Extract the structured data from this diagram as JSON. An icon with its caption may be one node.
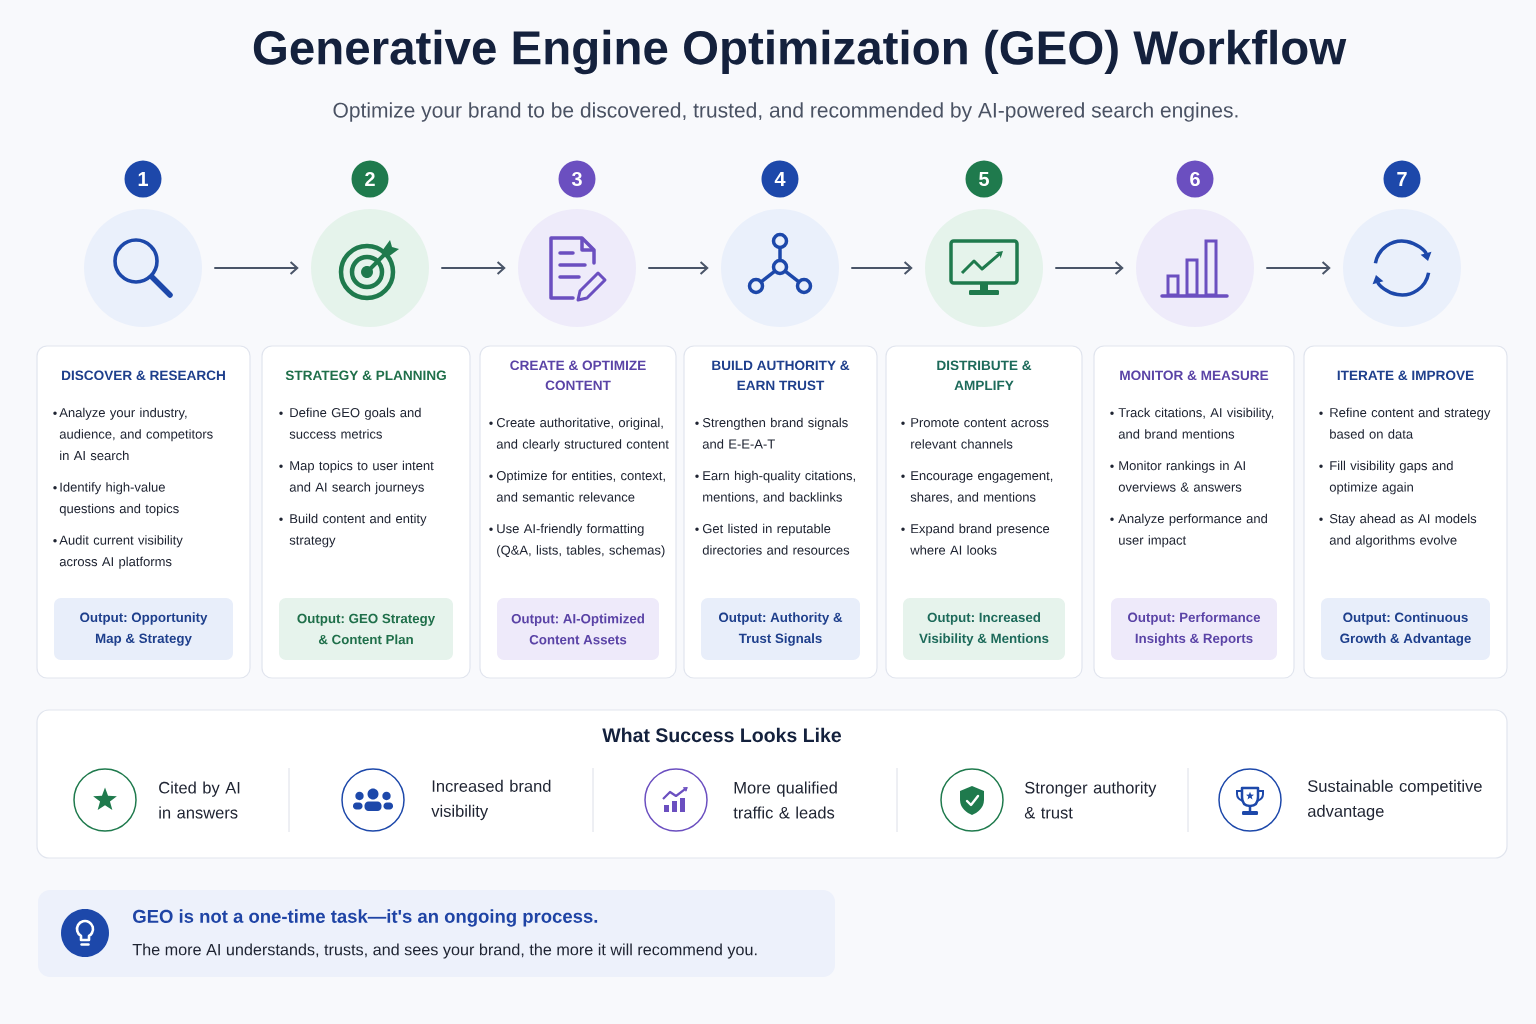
{
  "diagram": {
    "title": "Generative Engine Optimization (GEO) Workflow",
    "nodes": [
      {
        "text": [
          "1"
        ]
      },
      {
        "text": [],
        "shape": "circle"
      },
      {
        "text": [
          "DISCOVER & RESEARCH",
          "Analyze your industry, audience, and competitors in AI search",
          "Identify high-value questions and topics",
          "Audit current visibility across AI platforms"
        ]
      },
      {
        "text": [
          "Output: Opportunity Map & Strategy"
        ],
        "in": 2
      },
      {
        "text": [
          "2"
        ]
      },
      {
        "text": [],
        "shape": "circle"
      },
      {
        "text": [
          "STRATEGY & PLANNING",
          "Define GEO goals and success metrics",
          "Map topics to user intent and AI search journeys",
          "Build content and entity strategy"
        ]
      },
      {
        "text": [
          "Output: GEO Strategy & Content Plan"
        ],
        "in": 6
      },
      {
        "text": [
          "3"
        ]
      },
      {
        "text": [],
        "shape": "circle"
      },
      {
        "text": [
          "CREATE & OPTIMIZE CONTENT",
          "Create authoritative, original, and clearly structured content",
          "Optimize for entities, context, and semantic relevance",
          "Use AI-friendly formatting (Q&A, lists, tables, schemas)"
        ]
      },
      {
        "text": [
          "Output: AI-Optimized Content Assets"
        ],
        "in": 10
      },
      {
        "text": [
          "4"
        ]
      },
      {
        "text": [],
        "shape": "circle"
      },
      {
        "text": [
          "BUILD AUTHORITY & EARN TRUST",
          "Strengthen brand signals and E-E-A-T",
          "Earn high-quality citations, mentions, and backlinks",
          "Get listed in reputable directories and resources"
        ]
      },
      {
        "text": [
          "Output: Authority & Trust Signals"
        ],
        "in": 14
      },
      {
        "text": [
          "5"
        ]
      },
      {
        "text": [],
        "shape": "circle"
      },
      {
        "text": [
          "DISTRIBUTE & AMPLIFY",
          "Promote content across relevant channels",
          "Encourage engagement, shares, and mentions",
          "Expand brand presence where AI looks"
        ]
      },
      {
        "text": [
          "Output: Increased Visibility & Mentions"
        ],
        "in": 18
      },
      {
        "text": [
          "6"
        ]
      },
      {
        "text": [],
        "shape": "circle"
      },
      {
        "text": [
          "MONITOR & MEASURE",
          "Track citations, AI visibility, and brand mentions",
          "Monitor rankings in AI overviews & answers",
          "Analyze performance and user impact"
        ]
      },
      {
        "text": [
          "Output: Performance Insights & Reports"
        ],
        "in": 22
      },
      {
        "text": [
          "7"
        ]
      },
      {
        "text": [],
        "shape": "circle"
      },
      {
        "text": [
          "ITERATE & IMPROVE",
          "Refine content and strategy based on data",
          "Fill visibility gaps and optimize again",
          "Stay ahead as AI models and algorithms evolve"
        ]
      },
      {
        "text": [
          "Output: Continuous Growth & Advantage"
        ],
        "in": 26
      },
      {
        "text": [
          "What Success Looks Like",
          "Cited by AI in answers",
          "Increased brand visibility",
          "More qualified traffic & leads",
          "Stronger authority & trust",
          "Sustainable competitive advantage"
        ]
      },
      {
        "text": [
          "GEO is not a one-time task—it's an ongoing process.",
          "The more AI understands, trusts, and sees your brand, the more it will recommend you."
        ]
      }
    ],
    "edges": [
      {
        "from": 1,
        "to": 5,
        "arrow": "to"
      },
      {
        "from": 5,
        "to": 9,
        "arrow": "to"
      },
      {
        "from": 9,
        "to": 13,
        "arrow": "to"
      },
      {
        "from": 13,
        "to": 17,
        "arrow": "to"
      },
      {
        "from": 17,
        "to": 21,
        "arrow": "to"
      },
      {
        "from": 21,
        "to": 25,
        "arrow": "to"
      }
    ],
    "labels": [
      "Optimize your brand to be discovered, trusted, and recommended by AI-powered search engines."
    ]
  }
}
